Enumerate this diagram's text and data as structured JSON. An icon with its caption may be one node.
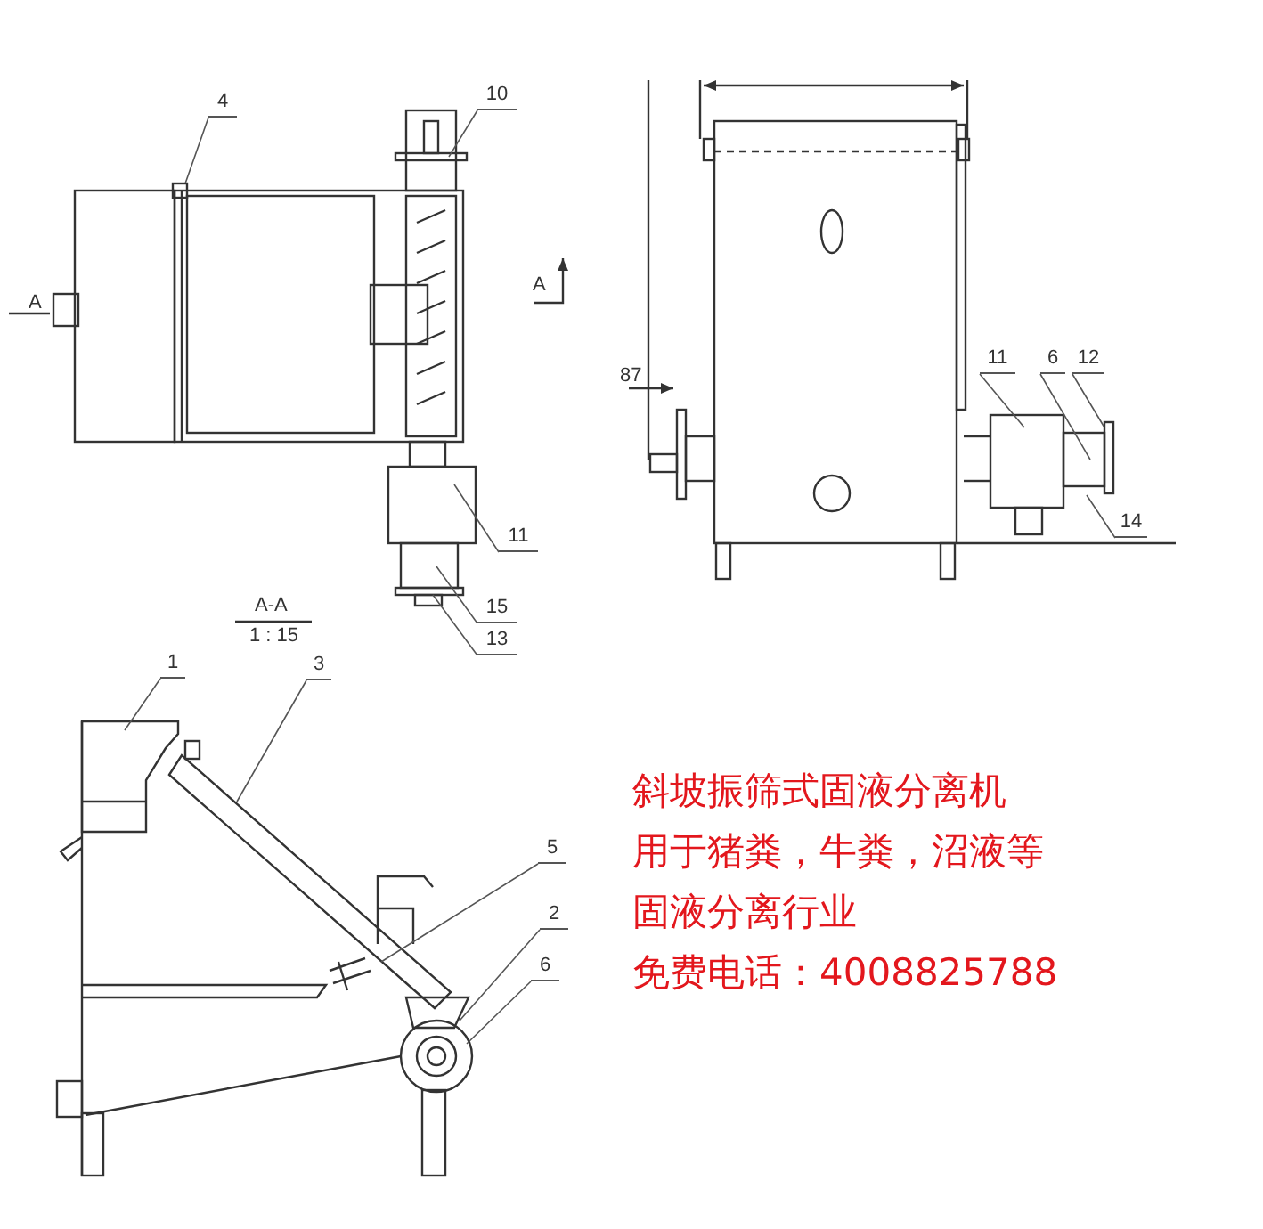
{
  "diagram": {
    "nodes": [
      {
        "text": [
          "4"
        ]
      },
      {
        "text": [
          "10"
        ]
      },
      {
        "text": [
          "11"
        ]
      },
      {
        "text": [
          "15"
        ]
      },
      {
        "text": [
          "13"
        ]
      },
      {
        "text": [
          "11"
        ]
      },
      {
        "text": [
          "6"
        ]
      },
      {
        "text": [
          "12"
        ]
      },
      {
        "text": [
          "14"
        ]
      },
      {
        "text": [
          "1"
        ]
      },
      {
        "text": [
          "3"
        ]
      },
      {
        "text": [
          "5"
        ]
      },
      {
        "text": [
          "2"
        ]
      },
      {
        "text": [
          "6"
        ]
      }
    ],
    "edges": [
      {
        "from": 0,
        "to": null,
        "arrow": "none"
      },
      {
        "from": 1,
        "to": null,
        "arrow": "none"
      },
      {
        "from": 2,
        "to": null,
        "arrow": "none"
      },
      {
        "from": 3,
        "to": null,
        "arrow": "none"
      },
      {
        "from": 4,
        "to": null,
        "arrow": "none"
      },
      {
        "from": 5,
        "to": null,
        "arrow": "none"
      },
      {
        "from": 6,
        "to": null,
        "arrow": "none"
      },
      {
        "from": 7,
        "to": null,
        "arrow": "none"
      },
      {
        "from": 8,
        "to": null,
        "arrow": "none"
      },
      {
        "from": 9,
        "to": null,
        "arrow": "none"
      },
      {
        "from": 10,
        "to": null,
        "arrow": "none"
      },
      {
        "from": 11,
        "to": null,
        "arrow": "none"
      },
      {
        "from": 12,
        "to": null,
        "arrow": "none"
      },
      {
        "from": 13,
        "to": null,
        "arrow": "none"
      }
    ],
    "labels": [
      "A",
      "A",
      "87",
      "A-A",
      "1 : 15",
      "斜坡振筛式固液分离机",
      "用于猪粪，牛粪，沼液等",
      "固液分离行业",
      "免费电话：4008825788"
    ]
  }
}
